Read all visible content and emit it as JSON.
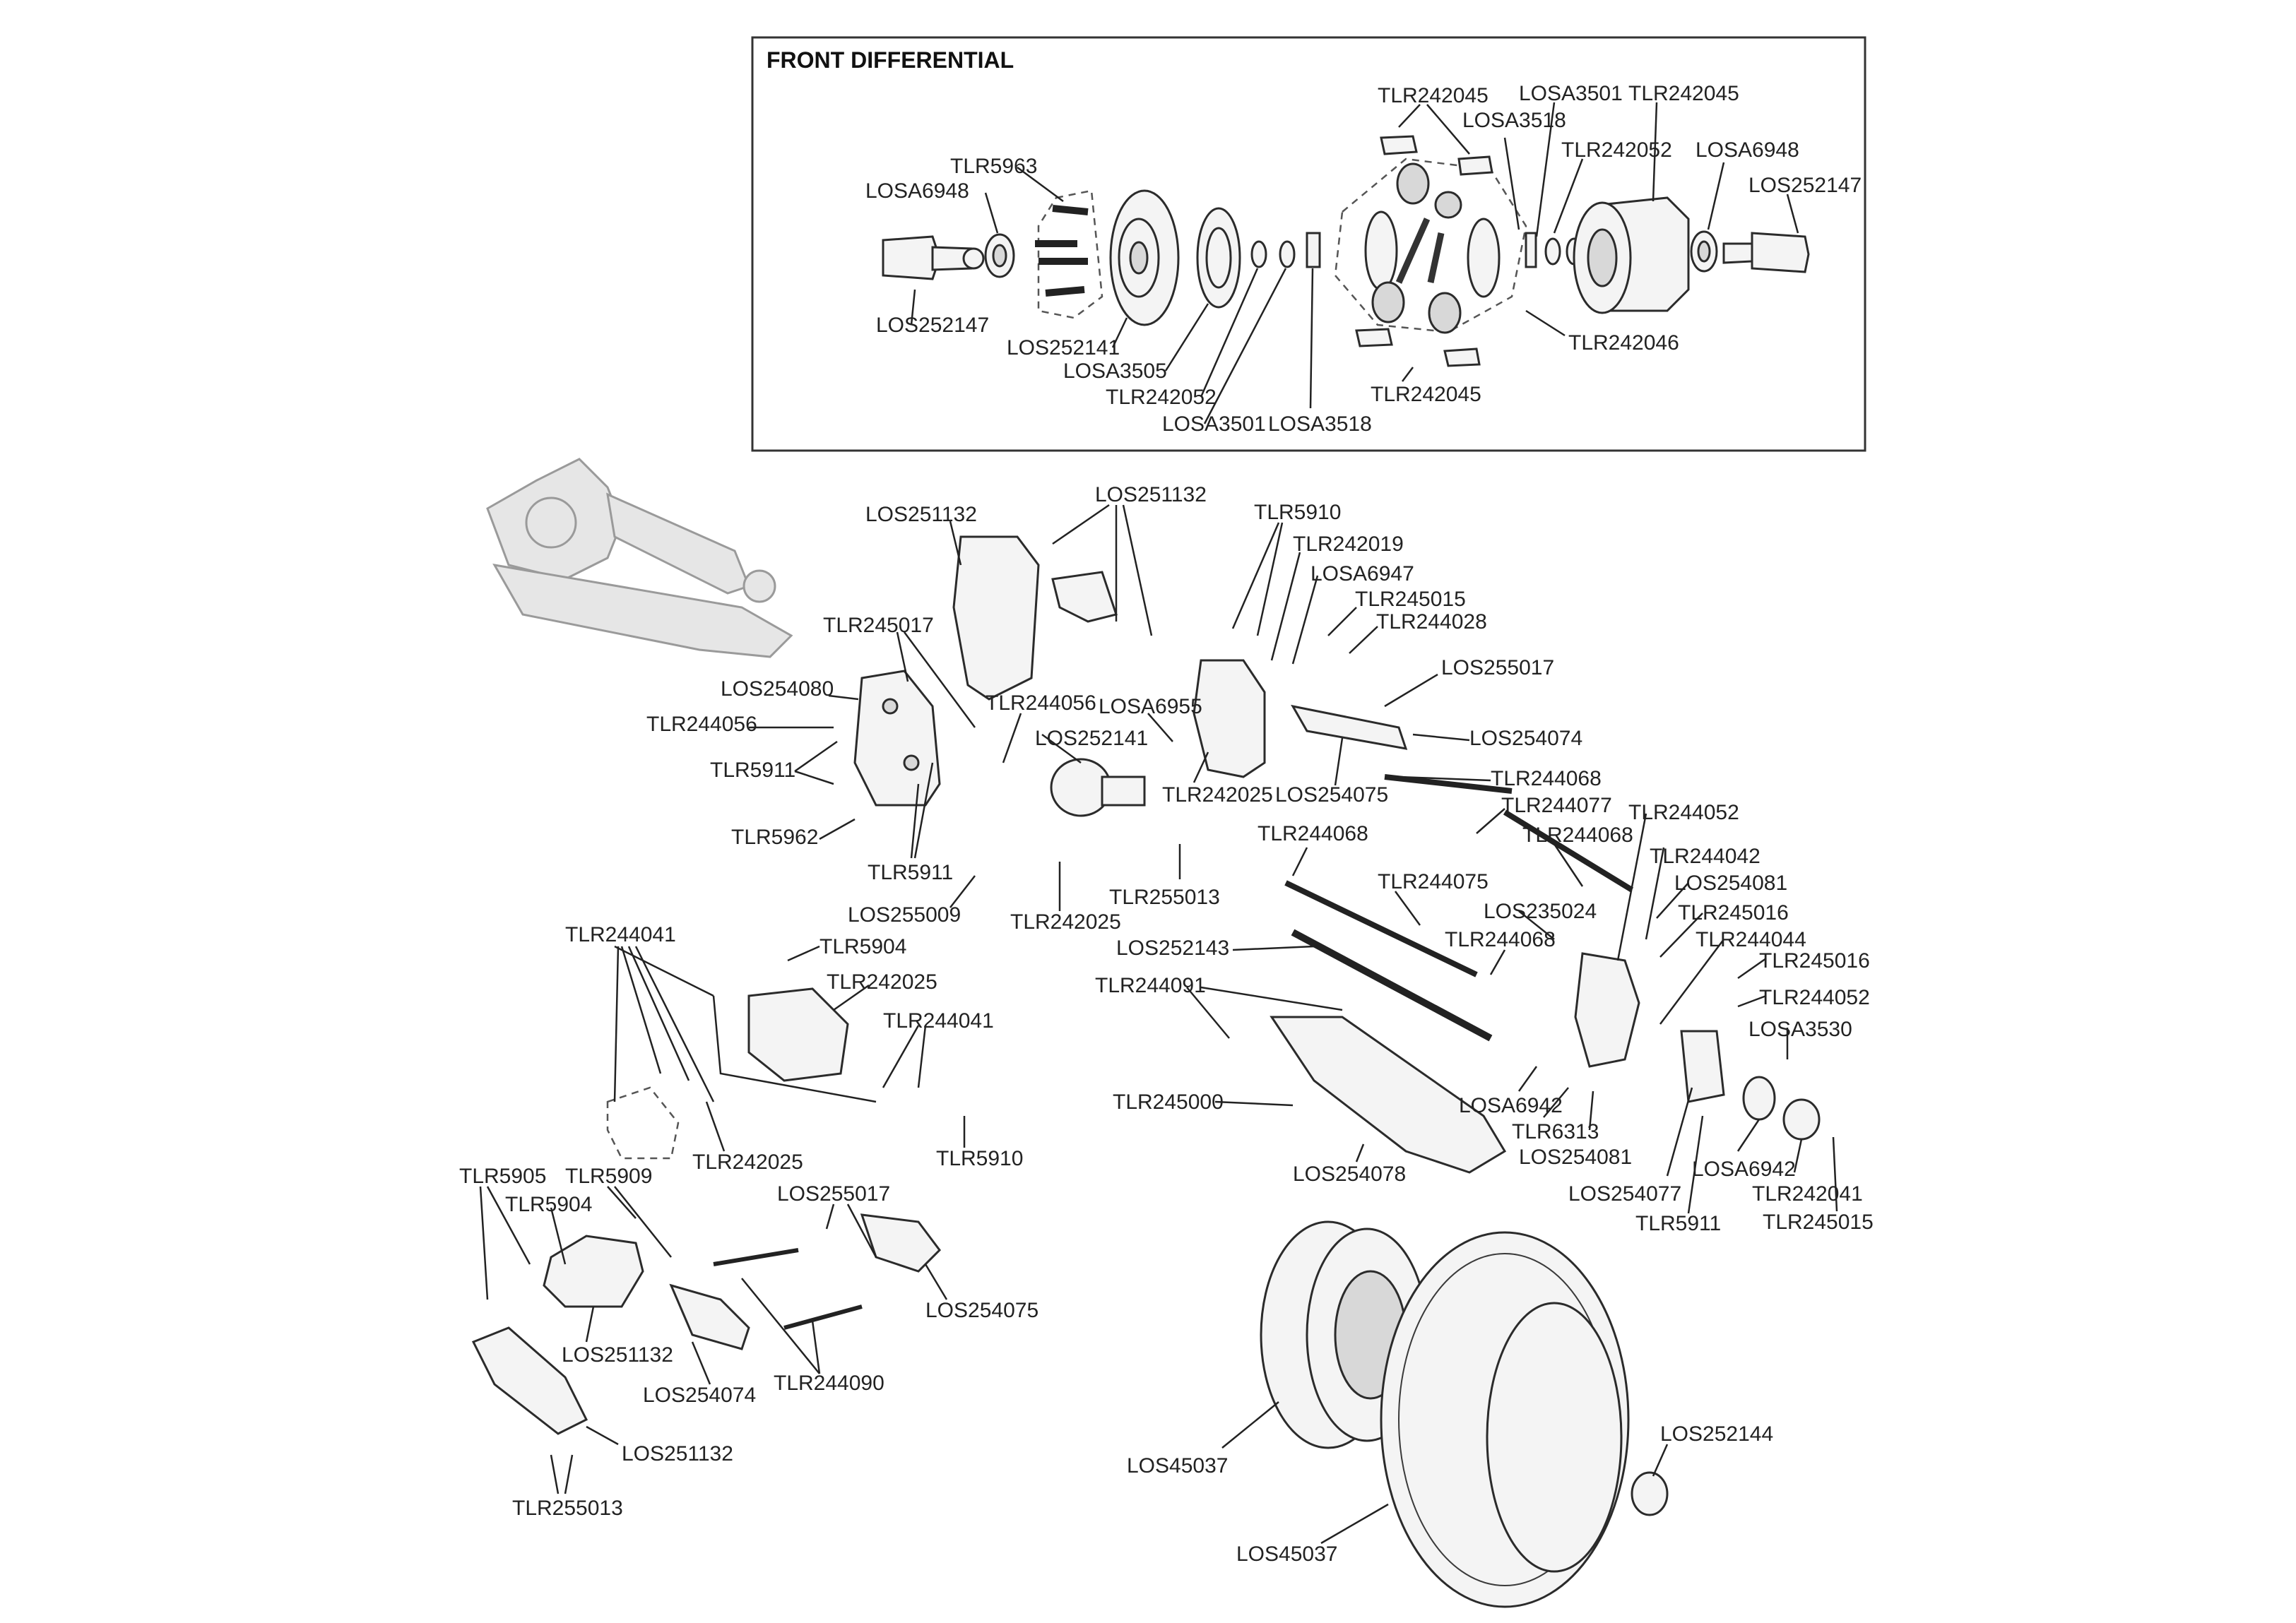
{
  "figure_title": "FRONT DIFFERENTIAL",
  "colors": {
    "line": "#222222",
    "part_fill": "#f4f4f4",
    "ghost": "#e6e6e6"
  },
  "labels": {
    "d_tlr242045_a": "TLR242045",
    "d_losa3501_a": "LOSA3501",
    "d_tlr242045_b": "TLR242045",
    "d_losa3518_a": "LOSA3518",
    "d_tlr5963": "TLR5963",
    "d_tlr242052_a": "TLR242052",
    "d_losa6948_a": "LOSA6948",
    "d_losa6948_b": "LOSA6948",
    "d_los252147_a": "LOS252147",
    "d_los252147_b": "LOS252147",
    "d_los252141": "LOS252141",
    "d_losa3505": "LOSA3505",
    "d_tlr242052_b": "TLR242052",
    "d_losa3501_b": "LOSA3501",
    "d_losa3518_b": "LOSA3518",
    "d_tlr242045_c": "TLR242045",
    "d_tlr242046": "TLR242046",
    "m_los251132_a": "LOS251132",
    "m_los251132_b": "LOS251132",
    "m_tlr245017": "TLR245017",
    "m_los254080": "LOS254080",
    "m_tlr244056_a": "TLR244056",
    "m_tlr244056_b": "TLR244056",
    "m_tlr5911_a": "TLR5911",
    "m_tlr5962": "TLR5962",
    "m_tlr5911_b": "TLR5911",
    "m_los252141": "LOS252141",
    "m_losa6955": "LOSA6955",
    "m_tlr242025_a": "TLR242025",
    "m_los255009": "LOS255009",
    "m_tlr242025_b": "TLR242025",
    "m_tlr255013": "TLR255013",
    "m_tlr5910": "TLR5910",
    "m_tlr242019": "TLR242019",
    "m_losa6947": "LOSA6947",
    "m_tlr245015": "TLR245015",
    "m_tlr244028": "TLR244028",
    "m_los255017": "LOS255017",
    "m_los254074": "LOS254074",
    "m_los254075": "LOS254075",
    "m_tlr244068_a": "TLR244068",
    "m_tlr244077": "TLR244077",
    "m_tlr244068_b": "TLR244068",
    "m_tlr244068_c": "TLR244068",
    "m_tlr244075": "TLR244075",
    "m_los252143": "LOS252143",
    "m_los235024": "LOS235024",
    "m_tlr244068_d": "TLR244068",
    "m_tlr244091": "TLR244091",
    "m_tlr245000": "TLR245000",
    "m_los254078": "LOS254078",
    "m_losa6942_a": "LOSA6942",
    "m_tlr6313": "TLR6313",
    "m_los254081_a": "LOS254081",
    "m_tlr244052_a": "TLR244052",
    "m_tlr244042": "TLR244042",
    "m_los254081_b": "LOS254081",
    "m_tlr245016_a": "TLR245016",
    "m_tlr244044": "TLR244044",
    "m_tlr245016_b": "TLR245016",
    "m_tlr244052_b": "TLR244052",
    "m_losa3530": "LOSA3530",
    "m_los254077": "LOS254077",
    "m_tlr5911_c": "TLR5911",
    "m_losa6942_b": "LOSA6942",
    "m_tlr242041": "TLR242041",
    "m_tlr245015_b": "TLR245015",
    "s_tlr244041_a": "TLR244041",
    "s_tlr5904_a": "TLR5904",
    "s_tlr242025_c": "TLR242025",
    "s_tlr244041_b": "TLR244041",
    "s_tlr242025_d": "TLR242025",
    "s_tlr5910": "TLR5910",
    "b_tlr5905": "TLR5905",
    "b_tlr5909": "TLR5909",
    "b_tlr5904": "TLR5904",
    "b_los255017": "LOS255017",
    "b_los254075": "LOS254075",
    "b_los251132_a": "LOS251132",
    "b_los254074": "LOS254074",
    "b_tlr244090": "TLR244090",
    "b_los251132_b": "LOS251132",
    "b_tlr255013": "TLR255013",
    "w_los45037_a": "LOS45037",
    "w_los45037_b": "LOS45037",
    "w_los252144": "LOS252144"
  }
}
